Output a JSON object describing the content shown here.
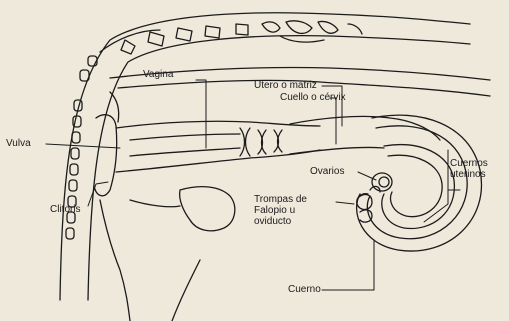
{
  "labels": {
    "vagina": "Vagina",
    "utero": "Utero o matriz",
    "cuello": "Cuello o cérvix",
    "vulva": "Vulva",
    "cuernos_uterinos": "Cuernos\nuterinos",
    "ovarios": "Ovarios",
    "trompas": "Trompas de\nFalopio u\noviducto",
    "clitoris": "Clitoris",
    "cuerno": "Cuerno"
  },
  "colors": {
    "ink": "#1b1b1b",
    "paper": "#efe9dc"
  }
}
